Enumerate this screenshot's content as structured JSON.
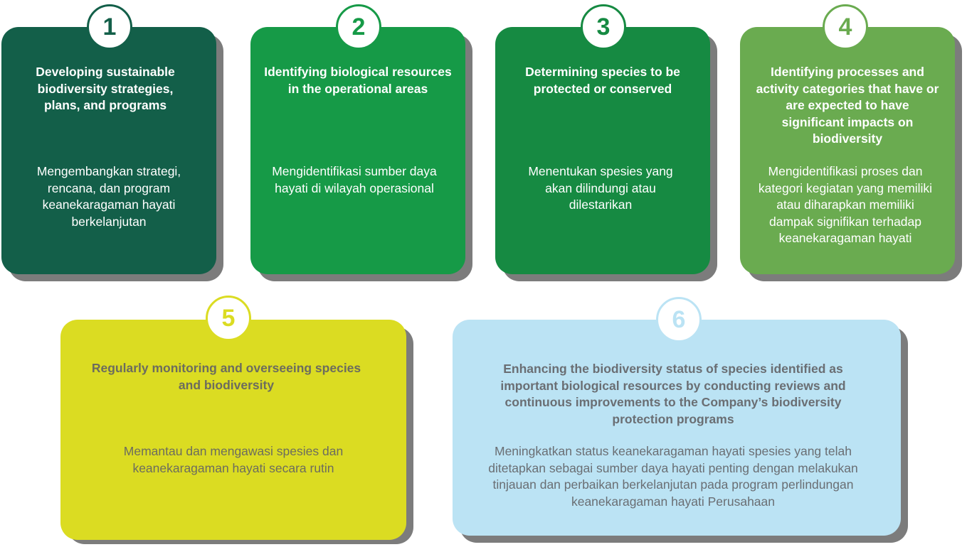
{
  "colors": {
    "card1": "#135f49",
    "card2": "#169a47",
    "card3": "#168a42",
    "card4": "#6aab50",
    "card5": "#dbdc22",
    "card6": "#bbe3f4",
    "shadow": "#7c7c7c",
    "badge_bg": "#ffffff"
  },
  "steps": [
    {
      "number": "1",
      "title": "Developing sustainable biodiversity strategies, plans, and programs",
      "subtitle": "Mengembangkan strategi, rencana, dan program keanekaragaman hayati berkelanjutan"
    },
    {
      "number": "2",
      "title": "Identifying biological resources in the operational areas",
      "subtitle": "Mengidentifikasi sumber daya hayati di wilayah operasional"
    },
    {
      "number": "3",
      "title": "Determining species to be protected or conserved",
      "subtitle": "Menentukan spesies yang akan dilindungi atau dilestarikan"
    },
    {
      "number": "4",
      "title": "Identifying processes and activity categories that have or are expected to have significant impacts on biodiversity",
      "subtitle": "Mengidentifikasi proses dan kategori kegiatan yang memiliki atau diharapkan memiliki dampak signifikan terhadap keanekaragaman hayati"
    },
    {
      "number": "5",
      "title": "Regularly monitoring and overseeing species and biodiversity",
      "subtitle": "Memantau dan mengawasi spesies dan keanekaragaman hayati secara rutin"
    },
    {
      "number": "6",
      "title": "Enhancing the biodiversity status of species identified as important biological resources by conducting reviews and continuous improvements to the Company’s biodiversity protection programs",
      "subtitle": "Meningkatkan status keanekaragaman hayati spesies yang telah ditetapkan sebagai sumber daya hayati penting dengan melakukan tinjauan dan perbaikan berkelanjutan pada program perlindungan keanekaragaman hayati Perusahaan"
    }
  ]
}
